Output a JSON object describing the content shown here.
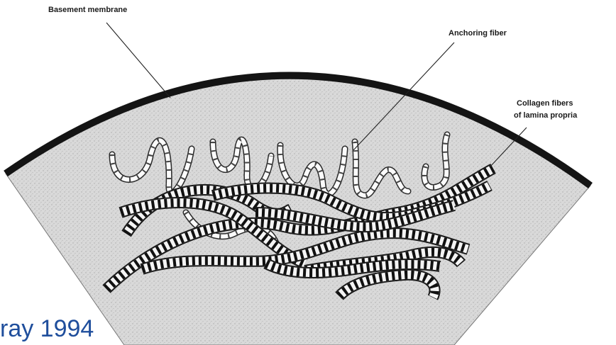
{
  "labels": {
    "basement_membrane": "Basement membrane",
    "anchoring_fiber": "Anchoring fiber",
    "collagen_line1": "Collagen fibers",
    "collagen_line2": "of lamina propria"
  },
  "citation": "ray 1994",
  "colors": {
    "membrane": "#141414",
    "matrix_fill": "#d6d6d6",
    "citation": "#1f4e9c"
  }
}
